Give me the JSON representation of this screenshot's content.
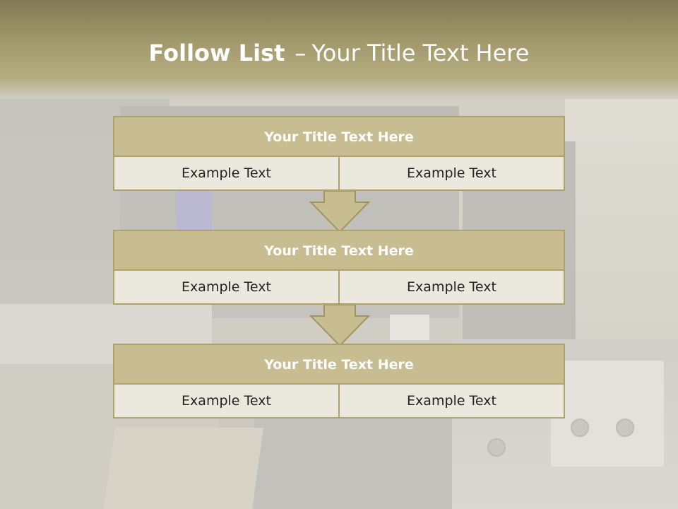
{
  "slide": {
    "title_bold": "Follow List",
    "title_dash": "–",
    "title_rest": "Your Title Text Here",
    "accent_color": "#b0a26b",
    "box_title_color": "#c8bc91",
    "box_body_color": "#ebe8dd"
  },
  "steps": [
    {
      "title": "Your Title Text Here",
      "left_text": "Example Text",
      "right_text": "Example Text"
    },
    {
      "title": "Your Title Text Here",
      "left_text": "Example Text",
      "right_text": "Example Text"
    },
    {
      "title": "Your Title Text Here",
      "left_text": "Example Text",
      "right_text": "Example Text"
    }
  ],
  "connectors": [
    {
      "icon": "down-arrow-icon"
    },
    {
      "icon": "down-arrow-icon"
    }
  ]
}
